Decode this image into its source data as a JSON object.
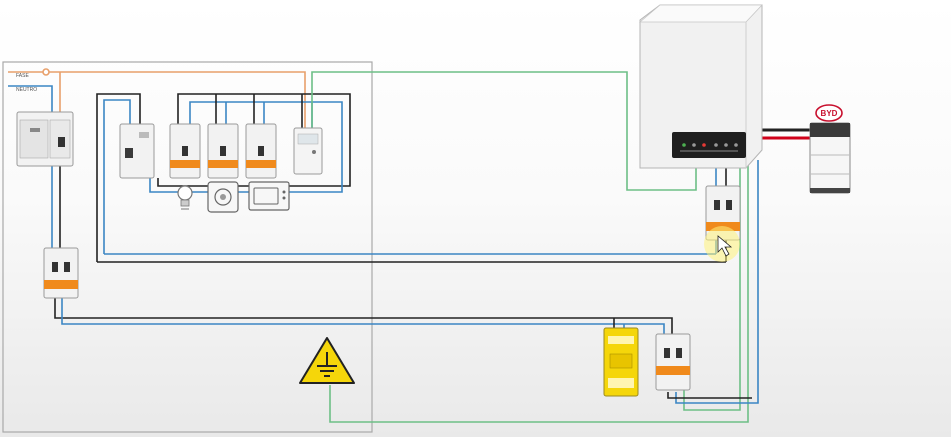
{
  "diagram": {
    "labels": {
      "phase": "FASE",
      "neutral": "NEUTRO"
    },
    "battery_brand": "BYD",
    "colors": {
      "phase_wire": "#e8a06b",
      "neutral_wire": "#3b86c4",
      "black_wire": "#222222",
      "ground_wire": "#6dbf86",
      "battery_positive": "#d0021b",
      "warning_yellow": "#f5d60a",
      "breaker_orange": "#f08a1c"
    },
    "icons": [
      "light-bulb-icon",
      "oven-icon",
      "microwave-icon",
      "ground-warning-icon"
    ]
  }
}
